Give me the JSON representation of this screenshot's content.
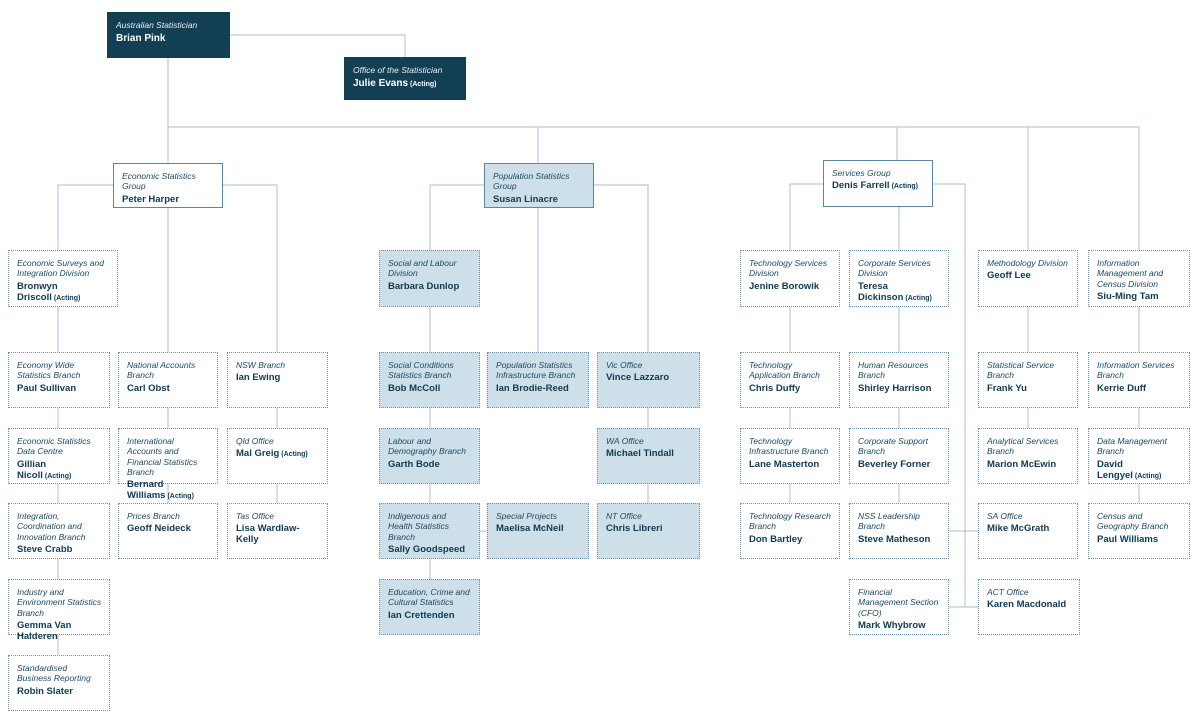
{
  "title": "Australian Bureau of Statistics organisation chart",
  "colors": {
    "dark_navy_fill": "#133f54",
    "light_blue_fill": "#cddfe9",
    "box_border": "#5b87a3",
    "connector_line": "#a9c0cd",
    "role_text": "#1c4a63",
    "name_text": "#0f3a52"
  },
  "nodes": {
    "australian_statistician": {
      "role": "Australian Statistician",
      "name": "Brian Pink"
    },
    "office_statistician": {
      "role": "Office of the Statistician",
      "name": "Julie Evans",
      "suffix": "(Acting)"
    },
    "economic_group": {
      "role": "Economic Statistics Group",
      "name": "Peter Harper"
    },
    "population_group": {
      "role": "Population Statistics Group",
      "name": "Susan Linacre"
    },
    "services_group": {
      "role": "Services Group",
      "name": "Denis Farrell",
      "suffix": "(Acting)"
    },
    "economic_surveys": {
      "role": "Economic Surveys and Integration Division",
      "name": "Bronwyn Driscoll",
      "suffix": "(Acting)"
    },
    "economy_wide": {
      "role": "Economy Wide Statistics Branch",
      "name": "Paul Sullivan"
    },
    "economic_stats_data": {
      "role": "Economic Statistics Data Centre",
      "name": "Gillian Nicoll",
      "suffix": "(Acting)"
    },
    "integration_coordination": {
      "role": "Integration, Coordination and Innovation Branch",
      "name": "Steve Crabb"
    },
    "industry_environment": {
      "role": "Industry and Environment Statistics Branch",
      "name": "Gemma Van Halderen"
    },
    "standardised_business": {
      "role": "Standardised Business Reporting",
      "name": "Robin Slater"
    },
    "national_accounts": {
      "role": "National Accounts Branch",
      "name": "Carl Obst"
    },
    "intl_accounts": {
      "role": "International Accounts and Financial Statistics Branch",
      "name": "Bernard Williams",
      "suffix": "(Acting)"
    },
    "prices": {
      "role": "Prices Branch",
      "name": "Geoff Neideck"
    },
    "nsw": {
      "role": "NSW Branch",
      "name": "Ian Ewing"
    },
    "qld": {
      "role": "Qld Office",
      "name": "Mal Greig",
      "suffix": "(Acting)"
    },
    "tas": {
      "role": "Tas Office",
      "name": "Lisa Wardlaw-Kelly"
    },
    "social_labour": {
      "role": "Social and Labour Division",
      "name": "Barbara Dunlop"
    },
    "social_conditions": {
      "role": "Social Conditions Statistics Branch",
      "name": "Bob McColl"
    },
    "labour_demography": {
      "role": "Labour and Demography Branch",
      "name": "Garth Bode"
    },
    "indigenous_health": {
      "role": "Indigenous and Health Statistics Branch",
      "name": "Sally Goodspeed"
    },
    "education_crime": {
      "role": "Education, Crime and Cultural Statistics",
      "name": "Ian Crettenden"
    },
    "pop_infra": {
      "role": "Population Statistics Infrastructure Branch",
      "name": "Ian Brodie-Reed"
    },
    "special_projects": {
      "role": "Special Projects",
      "name": "Maelisa McNeil"
    },
    "vic": {
      "role": "Vic Office",
      "name": "Vince Lazzaro"
    },
    "wa": {
      "role": "WA Office",
      "name": "Michael Tindall"
    },
    "nt": {
      "role": "NT Office",
      "name": "Chris Libreri"
    },
    "tech_services": {
      "role": "Technology Services Division",
      "name": "Jenine Borowik"
    },
    "tech_application": {
      "role": "Technology Application Branch",
      "name": "Chris Duffy"
    },
    "tech_infrastructure": {
      "role": "Technology Infrastructure Branch",
      "name": "Lane Masterton"
    },
    "tech_research": {
      "role": "Technology Research Branch",
      "name": "Don Bartley"
    },
    "corp_services": {
      "role": "Corporate Services Division",
      "name": "Teresa Dickinson",
      "suffix": "(Acting)"
    },
    "human_resources": {
      "role": "Human Resources Branch",
      "name": "Shirley Harrison"
    },
    "corp_support": {
      "role": "Corporate Support Branch",
      "name": "Beverley Forner"
    },
    "nss_leadership": {
      "role": "NSS Leadership Branch",
      "name": "Steve Matheson"
    },
    "financial_mgmt": {
      "role": "Financial Management Section (CFO)",
      "name": "Mark Whybrow"
    },
    "methodology": {
      "role": "Methodology Division",
      "name": "Geoff Lee"
    },
    "statistical_service": {
      "role": "Statistical Service Branch",
      "name": "Frank Yu"
    },
    "analytical_services": {
      "role": "Analytical Services Branch",
      "name": "Marion McEwin"
    },
    "sa": {
      "role": "SA Office",
      "name": "Mike McGrath"
    },
    "act": {
      "role": "ACT Office",
      "name": "Karen Macdonald"
    },
    "info_census": {
      "role": "Information Management and Census Division",
      "name": "Siu-Ming Tam"
    },
    "info_services": {
      "role": "Information Services Branch",
      "name": "Kerrie Duff"
    },
    "data_mgmt": {
      "role": "Data Management Branch",
      "name": "David Lengyel",
      "suffix": "(Acting)"
    },
    "census_geography": {
      "role": "Census and Geography Branch",
      "name": "Paul Williams"
    }
  }
}
